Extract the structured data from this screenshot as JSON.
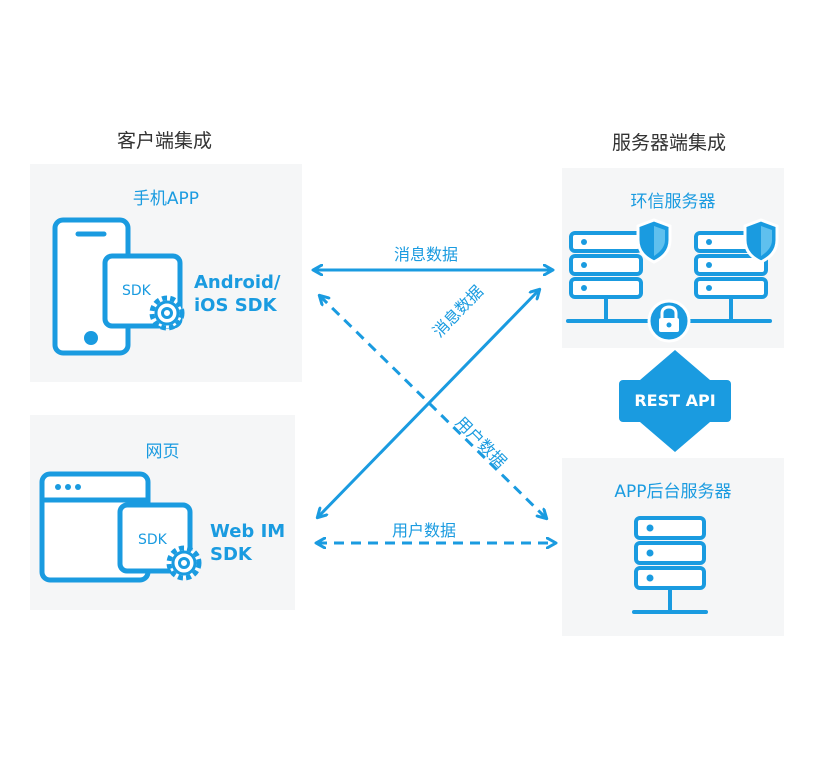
{
  "client": {
    "heading": "客户端集成",
    "mobile_panel": {
      "title": "手机APP",
      "sdk_badge": "SDK",
      "sdk_line1": "Android/",
      "sdk_line2": "iOS SDK"
    },
    "web_panel": {
      "title": "网页",
      "sdk_badge": "SDK",
      "sdk_line1": "Web IM",
      "sdk_line2": "SDK"
    }
  },
  "server": {
    "heading": "服务器端集成",
    "huanxin_panel": {
      "title": "环信服务器"
    },
    "rest_api": "REST API",
    "app_panel": {
      "title": "APP后台服务器"
    }
  },
  "connections": {
    "top_horizontal": "消息数据",
    "diagonal_up": "消息数据",
    "diagonal_down": "用户数据",
    "bottom_horizontal": "用户数据"
  },
  "colors": {
    "accent": "#1a9be0",
    "panel_bg": "#f5f6f7",
    "heading": "#333333"
  },
  "icons": [
    "phone-icon",
    "tablet-icon",
    "gear-icon",
    "browser-window-icon",
    "server-rack-icon",
    "shield-icon",
    "lock-icon",
    "double-arrow-icon"
  ]
}
